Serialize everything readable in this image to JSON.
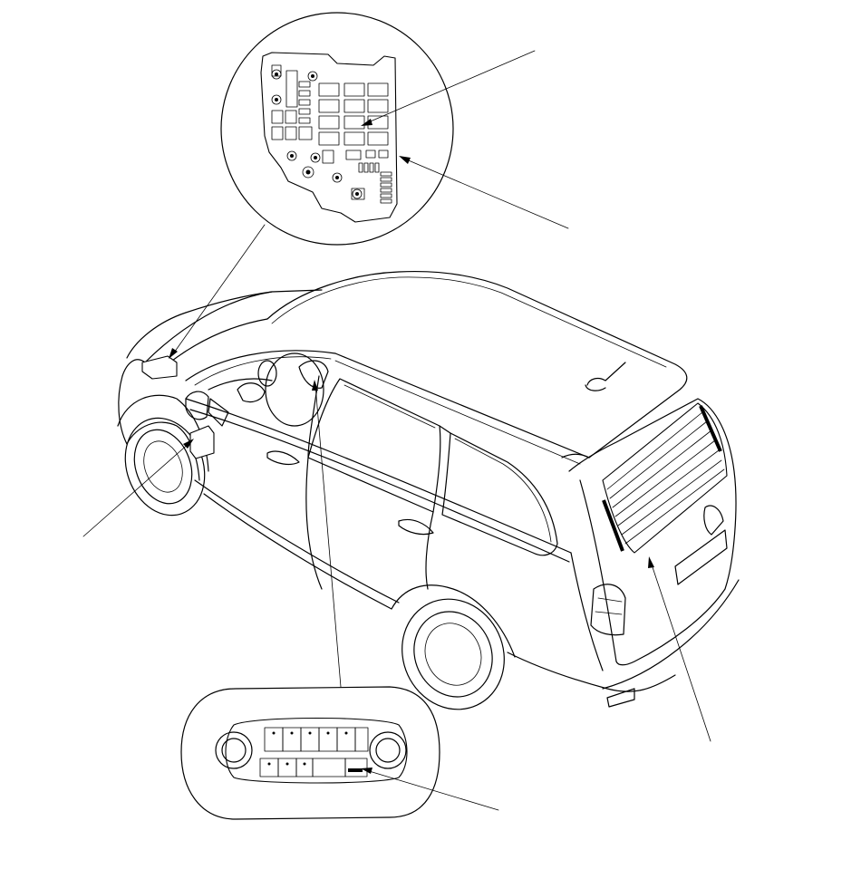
{
  "diagram": {
    "type": "component-location-drawing",
    "subject": "vehicle",
    "callouts": [
      {
        "id": "fuse-box-detail",
        "icon": "fuse-box-icon"
      },
      {
        "id": "fuse-box-relay-leader",
        "icon": "leader-line"
      },
      {
        "id": "fuse-box-body-leader",
        "icon": "leader-line"
      },
      {
        "id": "left-side-unit-leader",
        "icon": "leader-line"
      },
      {
        "id": "rear-defogger-leader",
        "icon": "leader-line"
      },
      {
        "id": "climate-control-detail",
        "icon": "climate-panel-icon"
      },
      {
        "id": "defog-switch-leader",
        "icon": "leader-line"
      }
    ],
    "highlight_color": "#000000",
    "line_color": "#000000",
    "background": "#ffffff"
  }
}
